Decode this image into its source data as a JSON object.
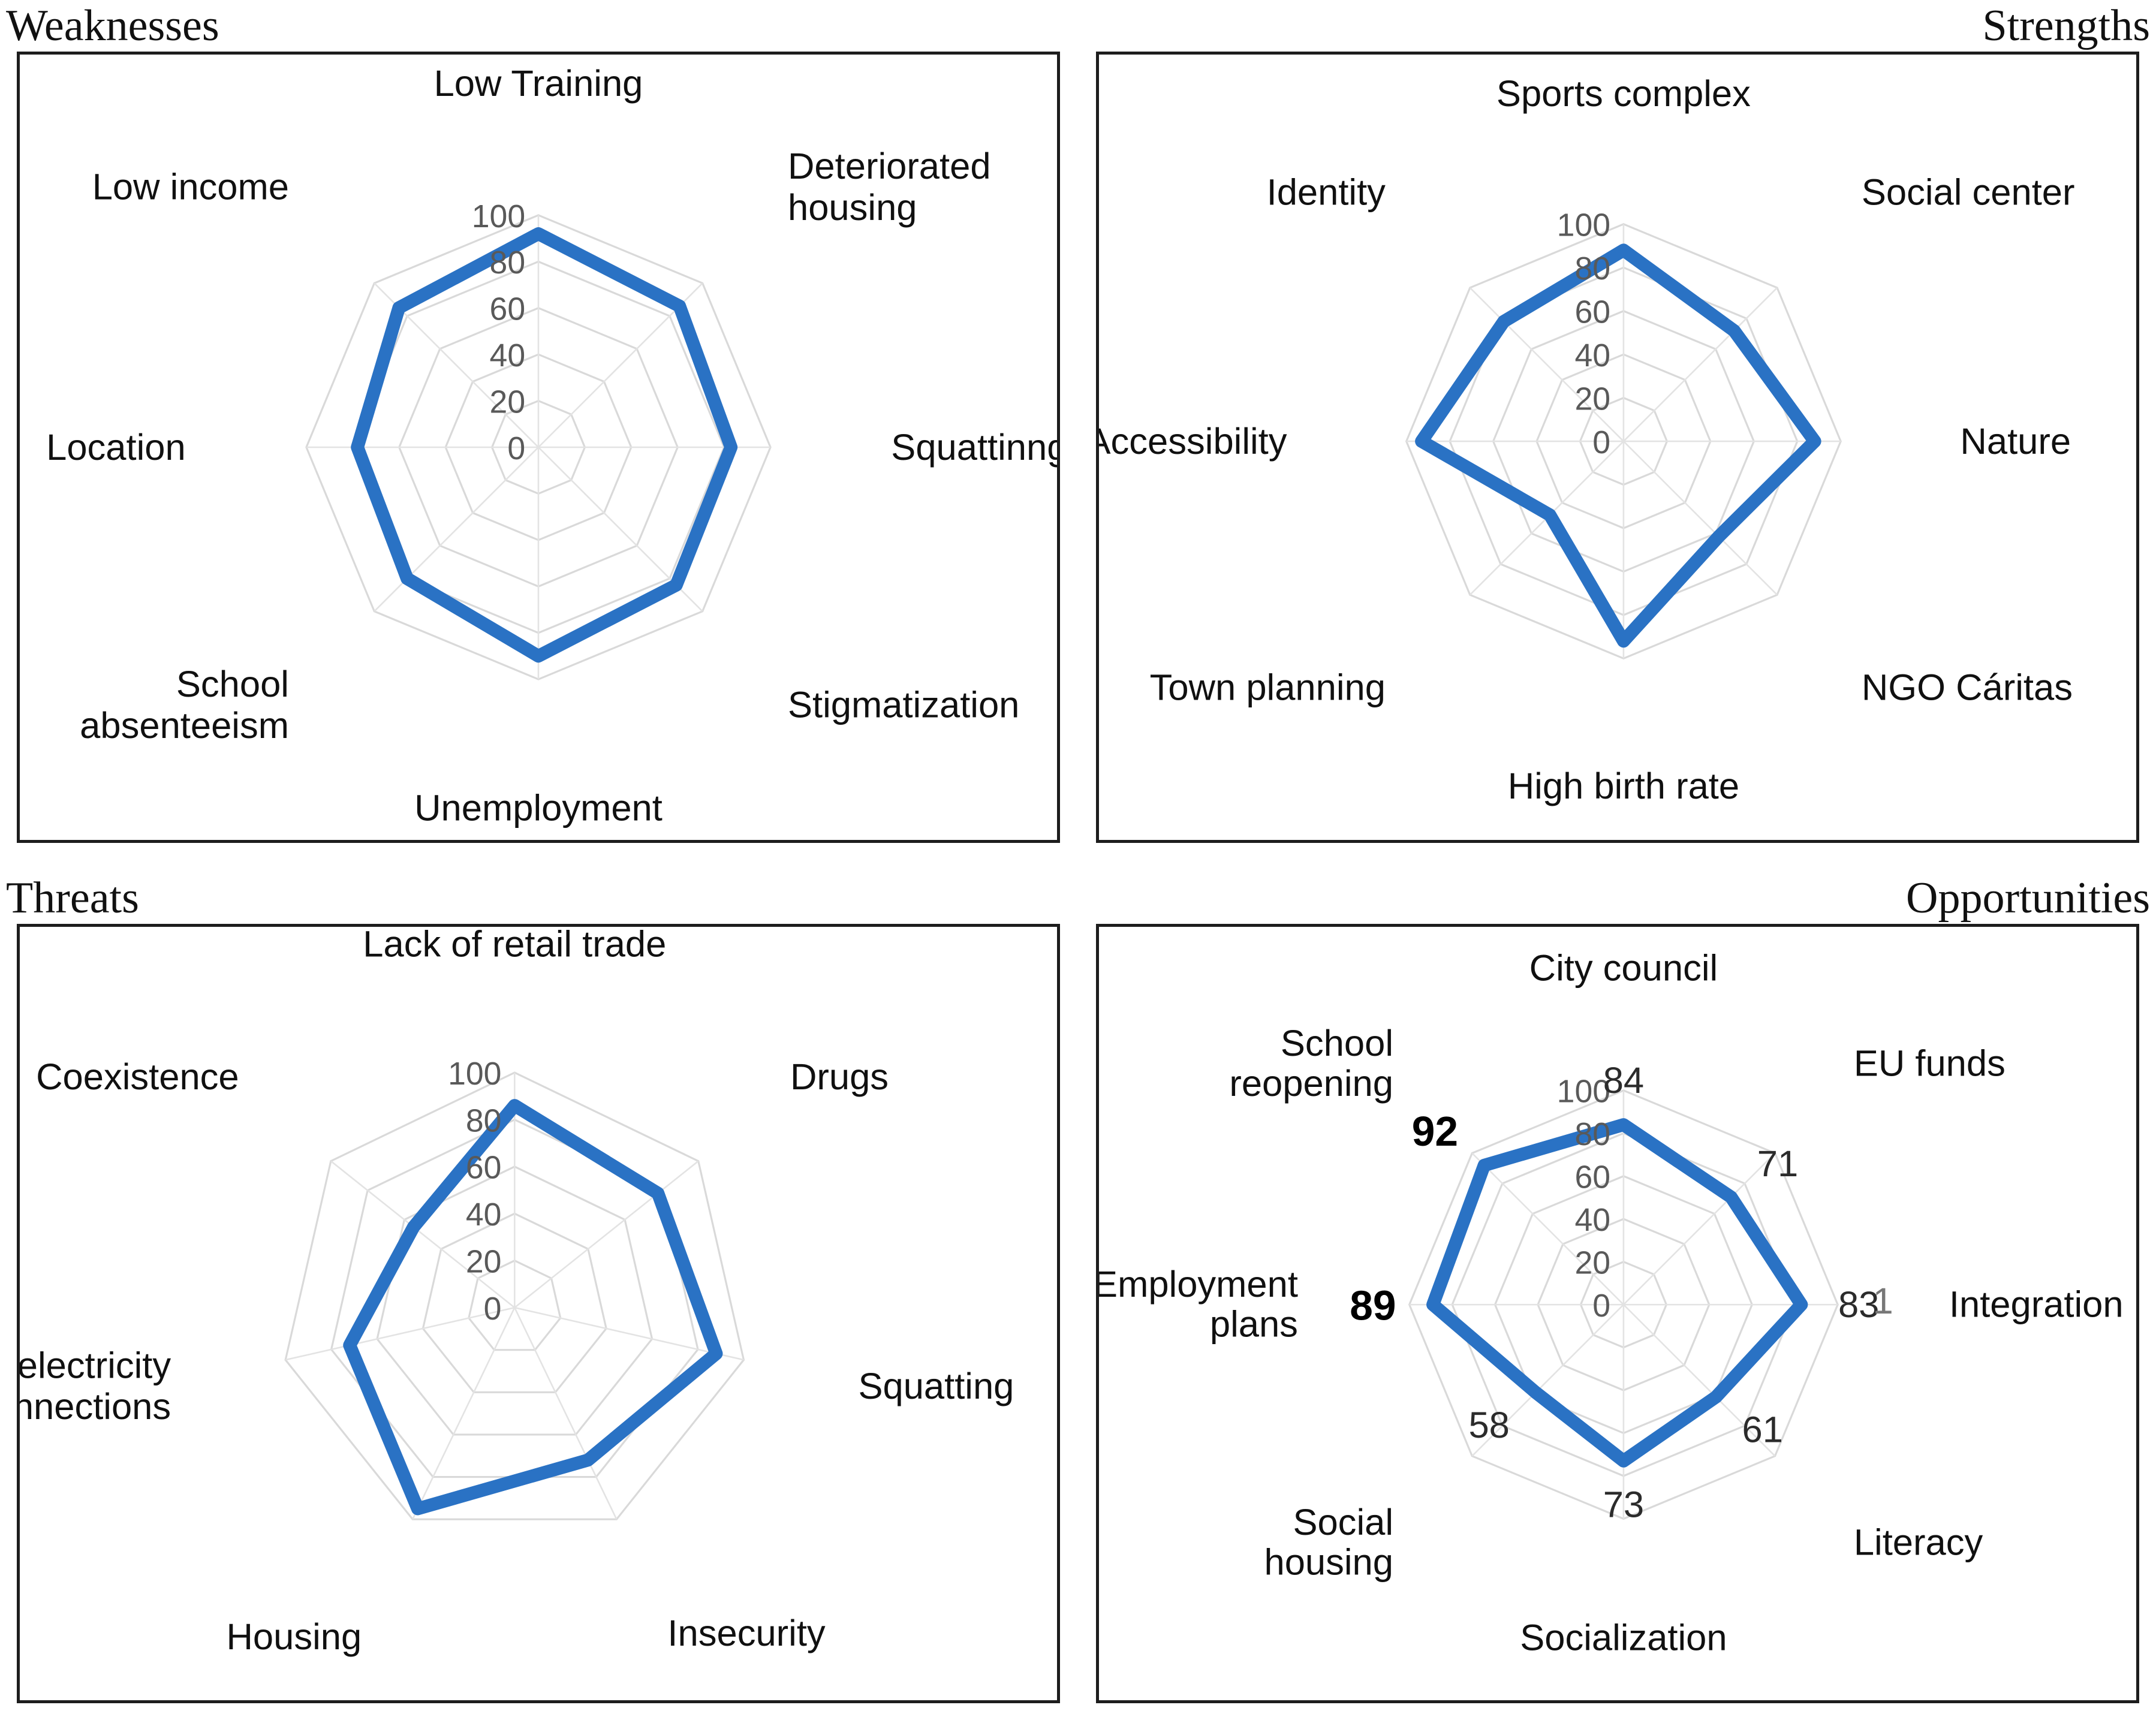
{
  "accent_color": "#2a72c4",
  "gridline_color": "#d9d9d9",
  "ticklabel_color": "#595959",
  "quadrants": {
    "weaknesses": {
      "title": "Weaknesses",
      "title_align": "left"
    },
    "strengths": {
      "title": "Strengths",
      "title_align": "right"
    },
    "threats": {
      "title": "Threats",
      "title_align": "left"
    },
    "opportunities": {
      "title": "Opportunities",
      "title_align": "right"
    }
  },
  "chart_data": [
    {
      "id": "weaknesses",
      "type": "radar",
      "title": "Weaknesses",
      "ticks": [
        0,
        20,
        40,
        60,
        80,
        100
      ],
      "ylim": [
        0,
        100
      ],
      "grid": true,
      "show_value_labels": false,
      "categories": [
        "Low Training",
        "Deteriorated housing",
        "Squattinng",
        "Stigmatization",
        "Unemployment",
        "School absenteeism",
        "Location",
        "Low income"
      ],
      "values": [
        92,
        86,
        83,
        84,
        90,
        80,
        78,
        85
      ]
    },
    {
      "id": "strengths",
      "type": "radar",
      "title": "Strengths",
      "ticks": [
        0,
        20,
        40,
        60,
        80,
        100
      ],
      "ylim": [
        0,
        100
      ],
      "grid": true,
      "show_value_labels": false,
      "categories": [
        "Sports complex",
        "Social center",
        "Nature",
        "NGO Cáritas",
        "High birth rate",
        "Town planning",
        "Accessibility",
        "Identity"
      ],
      "values": [
        88,
        72,
        88,
        62,
        92,
        48,
        93,
        78
      ]
    },
    {
      "id": "threats",
      "type": "radar",
      "title": "Threats",
      "ticks": [
        0,
        20,
        40,
        60,
        80,
        100
      ],
      "ylim": [
        0,
        100
      ],
      "grid": true,
      "show_value_labels": false,
      "categories": [
        "Lack of retail trade",
        "Drugs",
        "Squatting",
        "Insecurity",
        "Housing",
        "Illegal electricity connections",
        "Coexistence"
      ],
      "values": [
        86,
        78,
        88,
        72,
        95,
        72,
        55
      ]
    },
    {
      "id": "opportunities",
      "type": "radar",
      "title": "Opportunities",
      "ticks": [
        0,
        20,
        40,
        60,
        80,
        100
      ],
      "ylim": [
        0,
        100
      ],
      "grid": true,
      "show_value_labels": true,
      "categories": [
        "City council",
        "EU funds",
        "Integration",
        "Literacy",
        "Socialization",
        "Social housing",
        "Employment plans",
        "School reopening"
      ],
      "values": [
        84,
        71,
        83,
        61,
        73,
        58,
        89,
        92
      ],
      "value_label_text": [
        "84",
        "71",
        "83",
        "61",
        "73",
        "58",
        "89",
        "92"
      ],
      "value_label_emphasis": [
        false,
        false,
        false,
        false,
        false,
        false,
        true,
        true
      ],
      "overlap_artifact": {
        "after_index": 2,
        "text": "1"
      }
    }
  ]
}
